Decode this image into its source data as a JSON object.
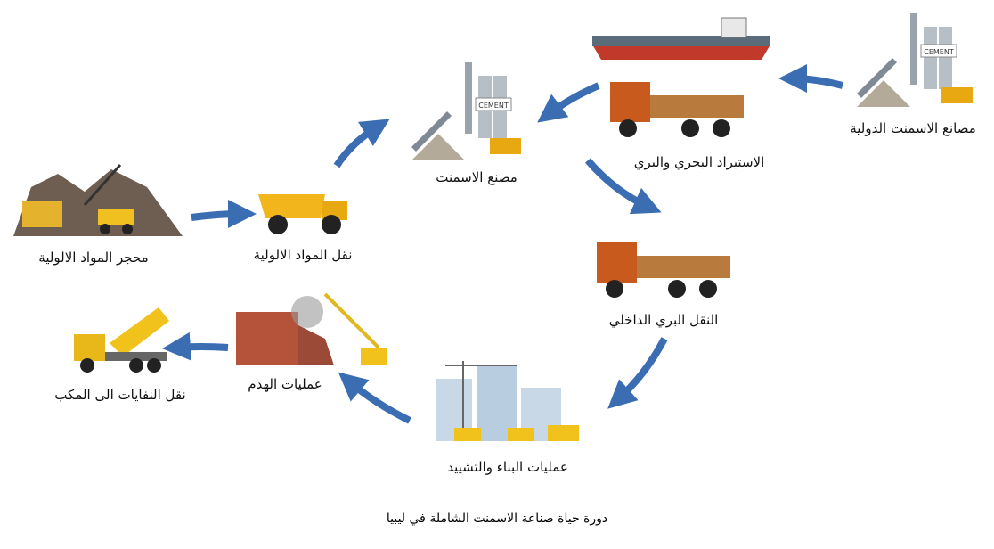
{
  "nodes": {
    "quarry": {
      "label": "محجر المواد الالولية",
      "icon": "quarry-icon"
    },
    "raw_transport": {
      "label": "نقل المواد الالولية",
      "icon": "dump-truck-icon"
    },
    "cement_plant": {
      "label": "مصنع الاسمنت",
      "icon": "cement-plant-icon"
    },
    "import": {
      "label": "الاستيراد البحري والبري",
      "icon": "ship-truck-icon"
    },
    "intl_plants": {
      "label": "مصانع الاسمنت الدولية",
      "icon": "cement-plant-icon"
    },
    "inland_transport": {
      "label": "النقل البري الداخلي",
      "icon": "truck-icon"
    },
    "construction": {
      "label": "عمليات البناء والتشييد",
      "icon": "construction-icon"
    },
    "demolition": {
      "label": "عمليات الهدم",
      "icon": "demolition-icon"
    },
    "waste_transport": {
      "label": "نقل النفايات الى المكب",
      "icon": "tipper-truck-icon"
    }
  },
  "plant_sign": "CEMENT",
  "caption": "دورة حياة صناعة الاسمنت الشاملة في ليبيا",
  "colors": {
    "arrow": "#3b6db3",
    "truck_body": "#e0a020",
    "cab": "#c85a1e"
  }
}
